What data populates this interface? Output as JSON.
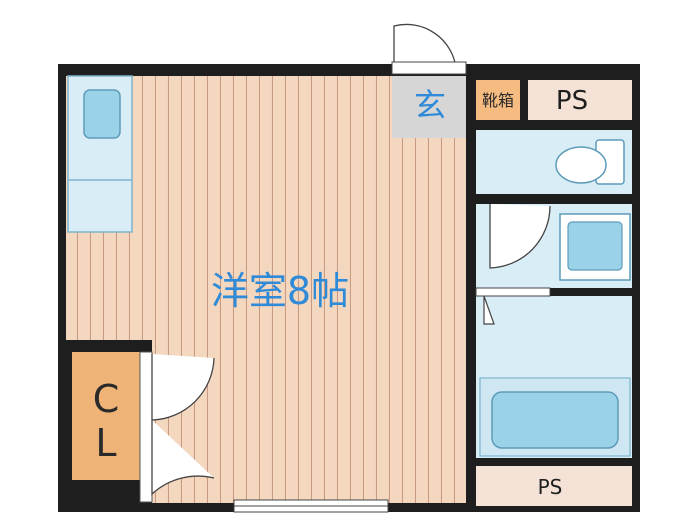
{
  "floorplan": {
    "rooms": {
      "main": "洋室8帖",
      "entrance": "玄",
      "shoe_box": "靴箱",
      "ps_top": "PS",
      "ps_bottom": "PS",
      "closet_c": "C",
      "closet_l": "L"
    },
    "colors": {
      "wall": "#1e1e1e",
      "floor": "#f4d7bf",
      "floor_line": "#c89a82",
      "wet_area": "#d9edf7",
      "wet_line": "#7fb3cc",
      "fixture": "#9ad2e8",
      "entrance_floor": "#d6d6d6",
      "closet": "#f0b377",
      "shoe_box": "#f5bb80",
      "ps": "#f3e2d5",
      "main_label": "#2f8ad8",
      "closet_label": "#2a2a2a"
    }
  }
}
